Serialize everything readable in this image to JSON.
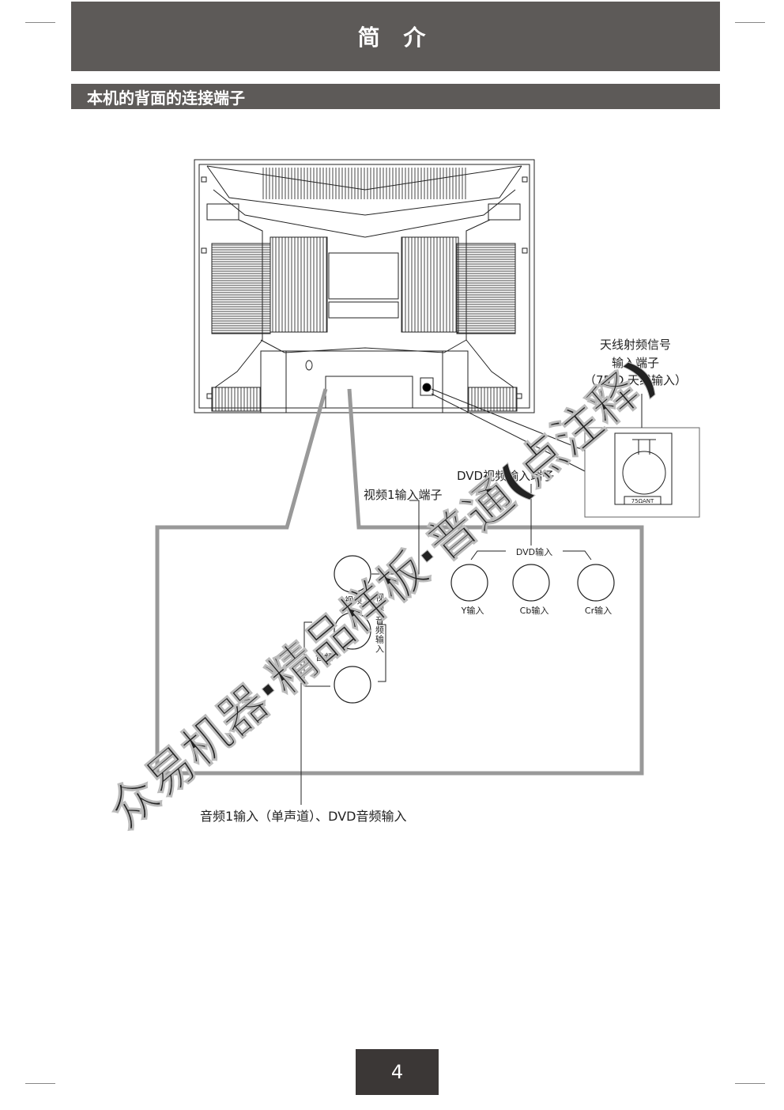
{
  "header": {
    "title": "简 介"
  },
  "section": {
    "title": "本机的背面的连接端子"
  },
  "antenna": {
    "line1": "天线射频信号",
    "line2": "输入端子",
    "line3": "（75 Ω  天线输入）",
    "plate_label": "75ΩANT"
  },
  "dvd_video": {
    "label": "DVD视频输入端子"
  },
  "video1": {
    "label": "视频1输入端子"
  },
  "panel": {
    "dvd_group": "DVD输入",
    "y": "Y输入",
    "cb": "Cb输入",
    "cr": "Cr输入",
    "video": "视频",
    "audio": "音频",
    "av_vertical": "视频/音频输入"
  },
  "audio_label": "音频1输入（单声道）、DVD音频输入",
  "watermark": "众易机器·精品样板·普通(点注释)",
  "page": {
    "number": "4"
  }
}
